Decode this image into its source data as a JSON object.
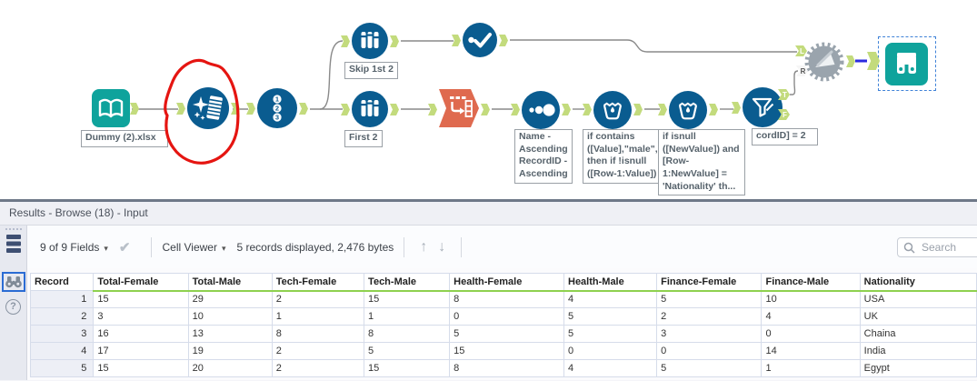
{
  "canvas": {
    "input_label": "Dummy (2).xlsx",
    "sample1_label": "Skip 1st 2",
    "sample2_label": "First 2",
    "sort_label": "Name - Ascending RecordID - Ascending",
    "formula1_label": "if contains ([Value],\"male\", then if !isnull ([Row-1:Value])",
    "formula2_label": "if isnull ([NewValue]) and [Row-1:NewValue] = 'Nationality' th...",
    "filter_label": "cordID] = 2",
    "anchors": {
      "L": "L",
      "R": "R",
      "T": "T",
      "F": "F"
    },
    "colors": {
      "tool_blue": "#0a5c90",
      "tool_teal": "#0fa39c",
      "transpose_orange": "#df6a4f",
      "macro_gray": "#9aa4ad",
      "anchor_green": "#c3db7d",
      "annotation_red": "#e51511",
      "selected_wire_blue": "#2a2ae0"
    }
  },
  "results": {
    "title": "Results - Browse (18) - Input",
    "toolbar": {
      "fields_dropdown": "9 of 9 Fields",
      "cell_viewer_dropdown": "Cell Viewer",
      "records_info": "5 records displayed, 2,476 bytes",
      "search_placeholder": "Search"
    },
    "table": {
      "columns": [
        "Record",
        "Total-Female",
        "Total-Male",
        "Tech-Female",
        "Tech-Male",
        "Health-Female",
        "Health-Male",
        "Finance-Female",
        "Finance-Male",
        "Nationality"
      ],
      "rows": [
        [
          "1",
          "15",
          "29",
          "2",
          "15",
          "8",
          "4",
          "5",
          "10",
          "USA"
        ],
        [
          "2",
          "3",
          "10",
          "1",
          "1",
          "0",
          "5",
          "2",
          "4",
          "UK"
        ],
        [
          "3",
          "16",
          "13",
          "8",
          "8",
          "5",
          "5",
          "3",
          "0",
          "Chaina"
        ],
        [
          "4",
          "17",
          "19",
          "2",
          "5",
          "15",
          "0",
          "0",
          "14",
          "India"
        ],
        [
          "5",
          "15",
          "20",
          "2",
          "15",
          "8",
          "4",
          "5",
          "1",
          "Egypt"
        ]
      ]
    }
  },
  "icons": {
    "caret_down": "▾",
    "check": "✔",
    "arrow_up": "↑",
    "arrow_down": "↓",
    "question": "?"
  }
}
